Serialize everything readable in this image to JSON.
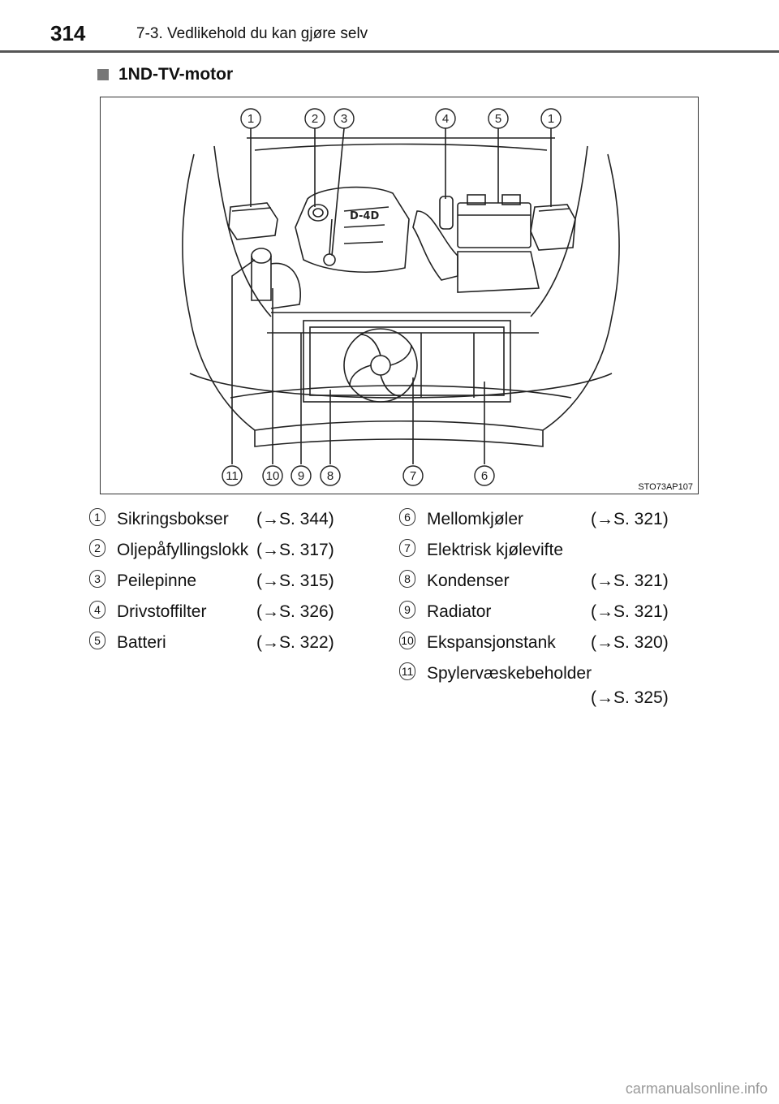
{
  "header": {
    "page_number": "314",
    "chapter": "7-3. Vedlikehold du kan gjøre selv"
  },
  "section": {
    "title": "1ND-TV-motor"
  },
  "figure": {
    "code": "STO73AP107",
    "top_callouts": [
      "1",
      "2",
      "3",
      "4",
      "5",
      "1"
    ],
    "bottom_callouts": [
      "11",
      "10",
      "9",
      "8",
      "7",
      "6"
    ],
    "engine_mark": "D-4D"
  },
  "legend_left": [
    {
      "num": "1",
      "label": "Sikringsbokser",
      "ref": "(→S. 344)"
    },
    {
      "num": "2",
      "label": "Oljepåfyllingslokk",
      "ref": "(→S. 317)"
    },
    {
      "num": "3",
      "label": "Peilepinne",
      "ref": "(→S. 315)"
    },
    {
      "num": "4",
      "label": "Drivstoffilter",
      "ref": "(→S. 326)"
    },
    {
      "num": "5",
      "label": "Batteri",
      "ref": "(→S. 322)"
    }
  ],
  "legend_right": [
    {
      "num": "6",
      "label": "Mellomkjøler",
      "ref": "(→S. 321)"
    },
    {
      "num": "7",
      "label": "Elektrisk kjølevifte",
      "ref": ""
    },
    {
      "num": "8",
      "label": "Kondenser",
      "ref": "(→S. 321)"
    },
    {
      "num": "9",
      "label": "Radiator",
      "ref": "(→S. 321)"
    },
    {
      "num": "10",
      "label": "Ekspansjonstank",
      "ref": "(→S. 320)"
    },
    {
      "num": "11",
      "label": "Spylervæskebeholder",
      "ref": "(→S. 325)"
    }
  ],
  "footer": {
    "watermark": "carmanualsonline.info"
  }
}
